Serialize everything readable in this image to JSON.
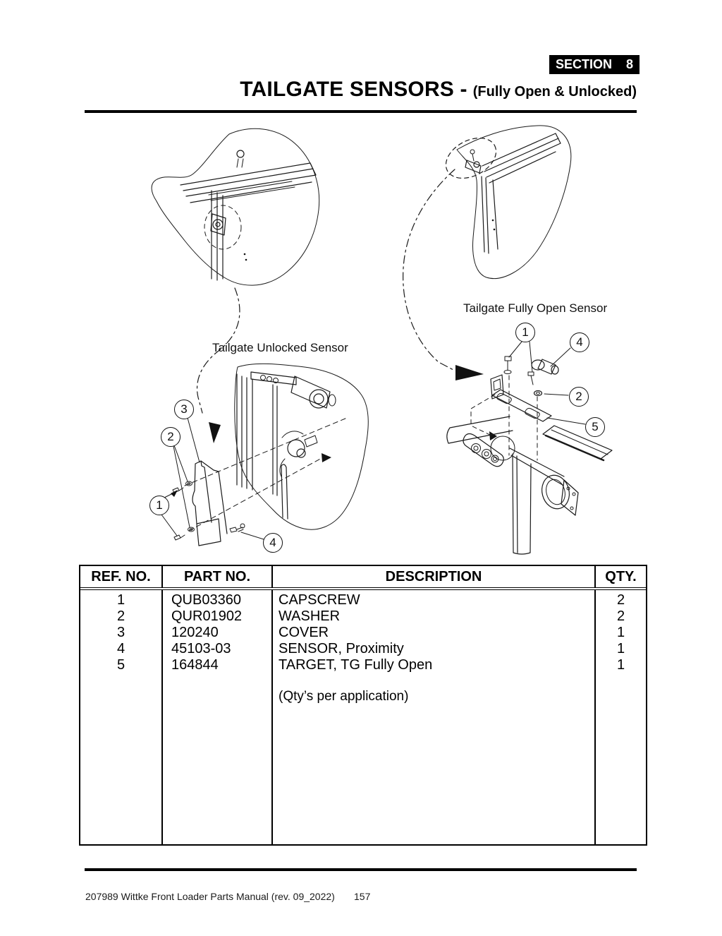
{
  "badge": {
    "label": "SECTION",
    "number": "8"
  },
  "title": {
    "main": "TAILGATE SENSORS -",
    "sub": "(Fully Open & Unlocked)"
  },
  "diagrams": {
    "unlocked": {
      "label": "Tailgate Unlocked Sensor",
      "balloons": [
        "3",
        "2",
        "1",
        "4"
      ]
    },
    "fully_open": {
      "label": "Tailgate Fully Open Sensor",
      "balloons": [
        "1",
        "4",
        "2",
        "5"
      ]
    }
  },
  "table": {
    "headers": {
      "ref": "REF. NO.",
      "part": "PART NO.",
      "desc": "DESCRIPTION",
      "qty": "QTY."
    },
    "rows": [
      {
        "ref": "1",
        "part": "QUB03360",
        "desc": "CAPSCREW",
        "qty": "2"
      },
      {
        "ref": "2",
        "part": "QUR01902",
        "desc": "WASHER",
        "qty": "2"
      },
      {
        "ref": "3",
        "part": "120240",
        "desc": "COVER",
        "qty": "1"
      },
      {
        "ref": "4",
        "part": "45103-03",
        "desc": "SENSOR, Proximity",
        "qty": "1"
      },
      {
        "ref": "5",
        "part": "164844",
        "desc": "TARGET, TG Fully Open",
        "qty": "1"
      }
    ],
    "note": "(Qty’s per application)"
  },
  "footer": {
    "manual": "207989 Wittke Front Loader Parts Manual (rev. 09_2022)",
    "page_number": "157"
  }
}
